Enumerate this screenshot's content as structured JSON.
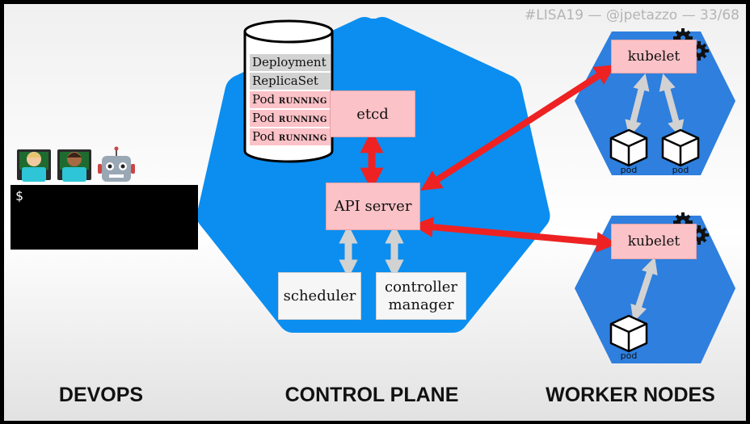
{
  "credit": "#LISA19 — @jpetazzo — 33/68",
  "etcd_store": [
    {
      "name": "Deployment",
      "status": ""
    },
    {
      "name": "ReplicaSet",
      "status": ""
    },
    {
      "name": "Pod",
      "status": "RUNNING"
    },
    {
      "name": "Pod",
      "status": "RUNNING"
    },
    {
      "name": "Pod",
      "status": "RUNNING"
    }
  ],
  "control_plane": {
    "etcd": "etcd",
    "api_server": "API server",
    "scheduler": "scheduler",
    "controller_manager_line1": "controller",
    "controller_manager_line2": "manager"
  },
  "workers": [
    {
      "kubelet": "kubelet",
      "pods": [
        "pod",
        "pod"
      ]
    },
    {
      "kubelet": "kubelet",
      "pods": [
        "pod"
      ]
    }
  ],
  "terminal": {
    "prompt": "$"
  },
  "footer": {
    "devops": "DEVOPS",
    "control_plane": "CONTROL PLANE",
    "worker_nodes": "WORKER NODES"
  },
  "colors": {
    "hexagon_blue": "#0b8ef0",
    "worker_blue": "#2e7fde",
    "box_pink": "#fbc2c7",
    "arrow_red": "#ee2222",
    "arrow_grey": "#d2d2d2"
  },
  "icons": [
    "developer-avatar",
    "developer-avatar",
    "robot-icon",
    "gear-icon",
    "cube-icon"
  ]
}
